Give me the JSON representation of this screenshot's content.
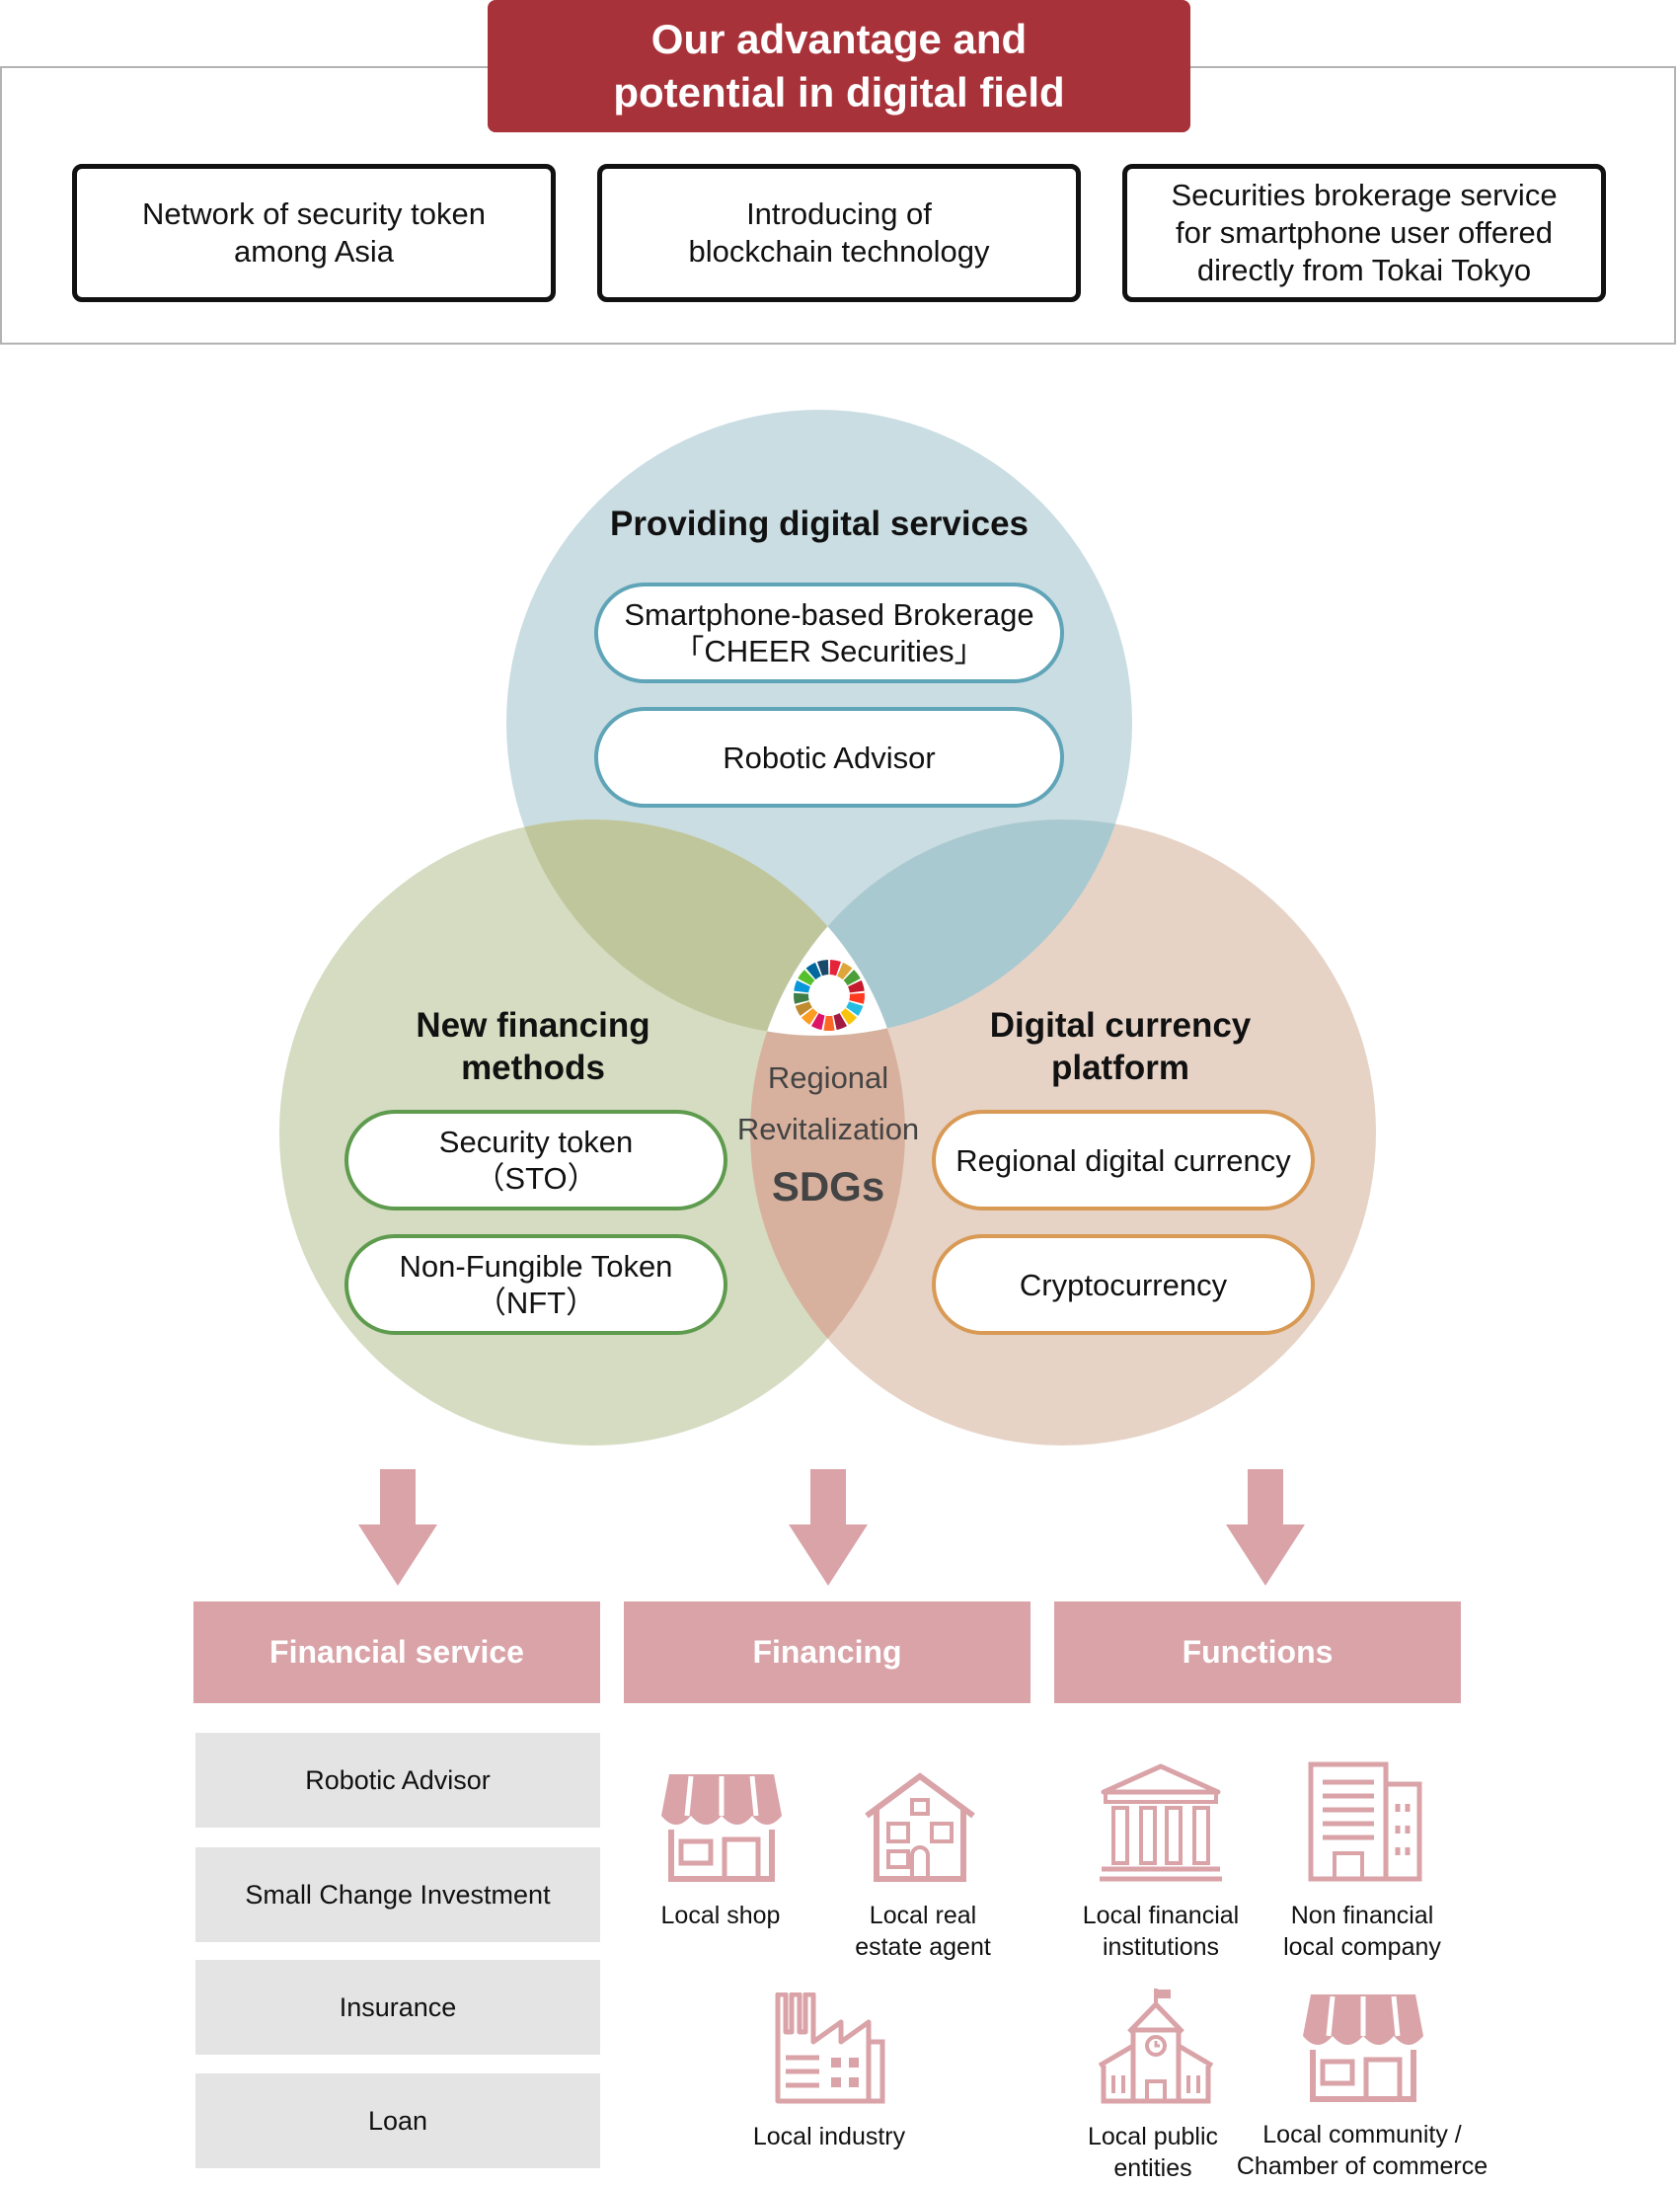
{
  "header": {
    "title": "Our advantage and\npotential in digital field",
    "advantages": [
      "Network of security token\namong Asia",
      "Introducing of\nblockchain technology",
      "Securities brokerage service\nfor smartphone user offered\ndirectly from Tokai Tokyo"
    ]
  },
  "venn": {
    "top": {
      "title": "Providing digital services",
      "items": [
        "Smartphone-based Brokerage\n「CHEER Securities」",
        "Robotic Advisor"
      ]
    },
    "left": {
      "title": "New financing\nmethods",
      "items": [
        "Security token\n（STO）",
        "Non-Fungible Token\n（NFT）"
      ]
    },
    "right": {
      "title": "Digital currency\nplatform",
      "items": [
        "Regional digital currency",
        "Cryptocurrency"
      ]
    },
    "center": {
      "line1": "Regional",
      "line2": "Revitalization",
      "line3": "SDGs"
    },
    "colors": {
      "top": "#c9dde3",
      "left": "#d5dcc1",
      "right": "#e6d3c6",
      "top_left": "#c0c69c",
      "top_right": "#a9c9d1",
      "left_right": "#d8b19e"
    }
  },
  "categories": [
    "Financial service",
    "Financing",
    "Functions"
  ],
  "financial_services": [
    "Robotic Advisor",
    "Small Change Investment",
    "Insurance",
    "Loan"
  ],
  "financing": [
    "Local shop",
    "Local real\nestate agent",
    "Local industry"
  ],
  "functions": [
    "Local financial\ninstitutions",
    "Non financial\nlocal company",
    "Local public\nentities",
    "Local community /\nChamber of commerce"
  ],
  "style": {
    "accent": "#a8323a",
    "pink": "#d9a3a8",
    "grey_box": "#e4e4e4"
  }
}
